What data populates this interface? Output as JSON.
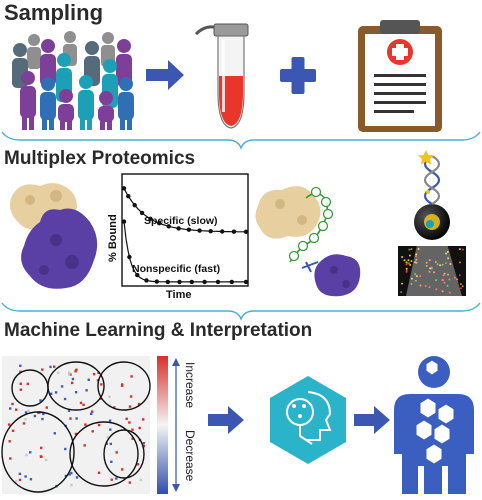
{
  "sections": {
    "sampling": {
      "title": "Sampling"
    },
    "proteomics": {
      "title": "Multiplex Proteomics",
      "plot": {
        "ylabel": "% Bound",
        "xlabel": "Time",
        "curve_specific": "Specific (slow)",
        "curve_nonspecific": "Nonspecific (fast)"
      }
    },
    "ml": {
      "title": "Machine Learning & Interpretation",
      "scale_increase": "Increase",
      "scale_decrease": "Decrease"
    }
  },
  "colors": {
    "divider": "#4aaed6",
    "arrow": "#3b57b3",
    "people": [
      "#1e9fb8",
      "#7d3f98",
      "#556b7a",
      "#2e6fb5",
      "#8f8f8f"
    ],
    "tube_fill": "#e8362b",
    "clipboard": "#8a5a2b",
    "protein_light": "#e8cfa0",
    "protein_dark": "#5a3fa5",
    "ai_hex": "#2bb3c9",
    "person_blue": "#3a5fc0",
    "hex_white": "#ffffff"
  },
  "icons": [
    "people-crowd-icon",
    "arrow-icon",
    "blood-tube-icon",
    "plus-icon",
    "clipboard-icon",
    "protein-complex-icon",
    "protein-dissociation-icon",
    "bead-aptamer-icon",
    "heatmap-icon",
    "ai-brain-icon",
    "person-hexagon-icon"
  ]
}
